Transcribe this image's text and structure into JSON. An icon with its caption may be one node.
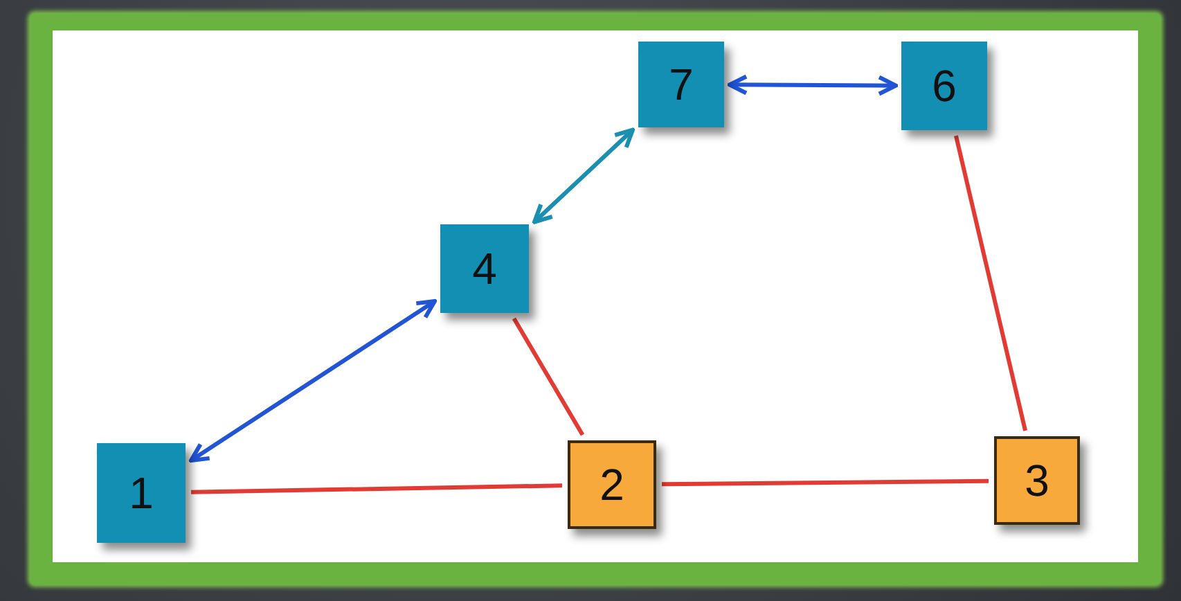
{
  "diagram": {
    "nodes": [
      {
        "text": [
          "7"
        ]
      },
      {
        "text": [
          "6"
        ]
      },
      {
        "text": [
          "4"
        ]
      },
      {
        "text": [
          "1"
        ]
      },
      {
        "text": [
          "2"
        ]
      },
      {
        "text": [
          "3"
        ]
      }
    ],
    "edges": [
      {
        "from": 0,
        "to": 1,
        "arrow": "both",
        "color": "#2255d6"
      },
      {
        "from": 2,
        "to": 0,
        "arrow": "both",
        "color": "#1a8fb0"
      },
      {
        "from": 3,
        "to": 2,
        "arrow": "both",
        "color": "#2255d6"
      },
      {
        "from": 2,
        "to": 4,
        "arrow": "none"
      },
      {
        "from": 3,
        "to": 4,
        "arrow": "none"
      },
      {
        "from": 4,
        "to": 5,
        "arrow": "none"
      },
      {
        "from": 1,
        "to": 5,
        "arrow": "none"
      }
    ]
  }
}
